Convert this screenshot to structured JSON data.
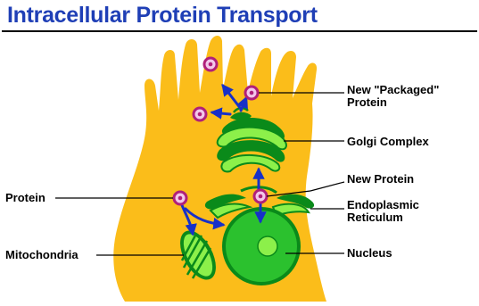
{
  "title": "Intracellular Protein Transport",
  "labels": {
    "packaged_line1": "New \"Packaged\"",
    "packaged_line2": "Protein",
    "golgi": "Golgi Complex",
    "new_protein": "New Protein",
    "er_line1": "Endoplasmic",
    "er_line2": "Reticulum",
    "nucleus": "Nucleus",
    "protein": "Protein",
    "mitochondria": "Mitochondria"
  },
  "colors": {
    "title": "#1f3fb6",
    "cell": "#fbbd1a",
    "organelle": "#0a8a1a",
    "organelle_light": "#8cf04a",
    "arrow": "#1730c8",
    "protein_ring": "#b0207a",
    "protein_core": "#f2c7ea"
  }
}
